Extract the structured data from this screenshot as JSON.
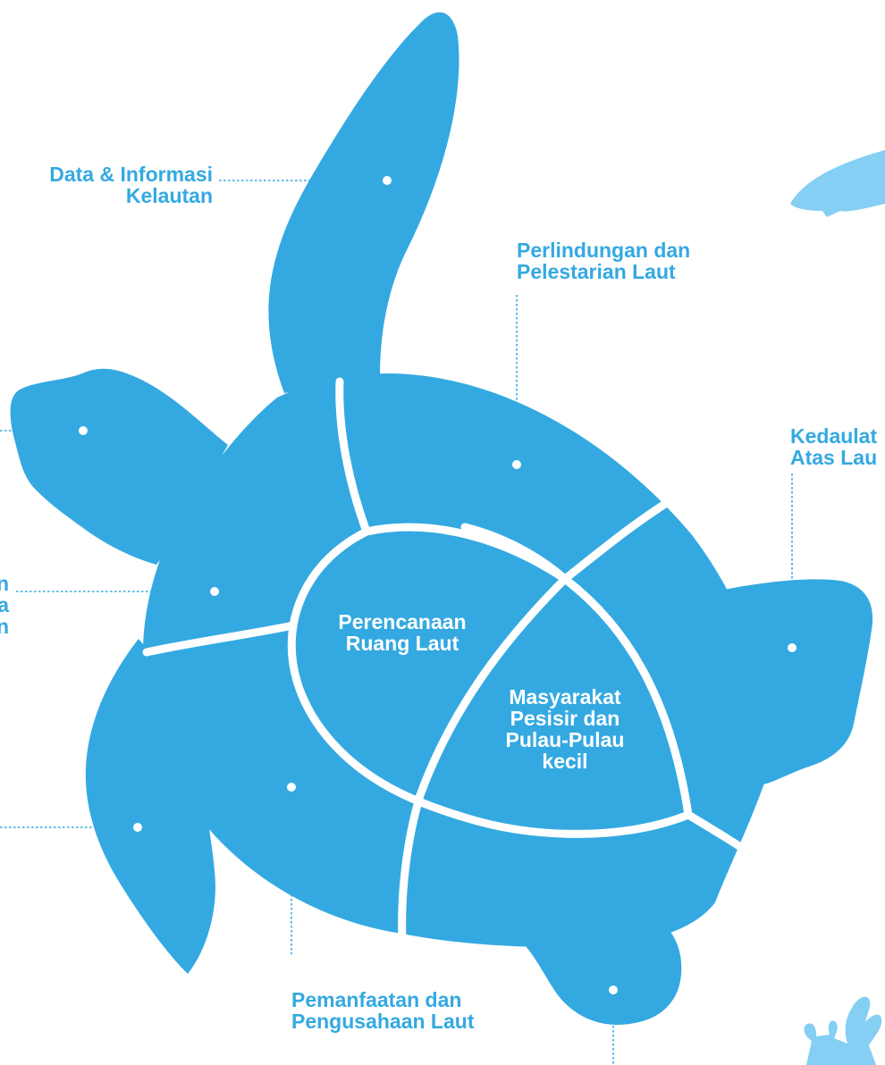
{
  "colors": {
    "turtle": "#34a9e1",
    "fish": "#84cff3",
    "coral": "#84cff3",
    "label": "#34a9e1",
    "inner_label": "#ffffff",
    "background": "#ffffff"
  },
  "labels": {
    "data_informasi": {
      "line1": "Data & Informasi",
      "line2": "Kelautan"
    },
    "perlindungan": {
      "line1": "Perlindungan dan",
      "line2": "Pelestarian Laut"
    },
    "kedaulatan": {
      "line1": "Kedaulat",
      "line2": "Atas Lau"
    },
    "left_middle": {
      "line1": "n",
      "line2": "a",
      "line3": "n"
    },
    "pemanfaatan": {
      "line1": "Pemanfaatan dan",
      "line2": "Pengusahaan Laut"
    },
    "perencanaan": {
      "line1": "Perencanaan",
      "line2": "Ruang Laut"
    },
    "masyarakat": {
      "line1": "Masyarakat",
      "line2": "Pesisir dan",
      "line3": "Pulau-Pulau",
      "line4": "kecil"
    }
  }
}
